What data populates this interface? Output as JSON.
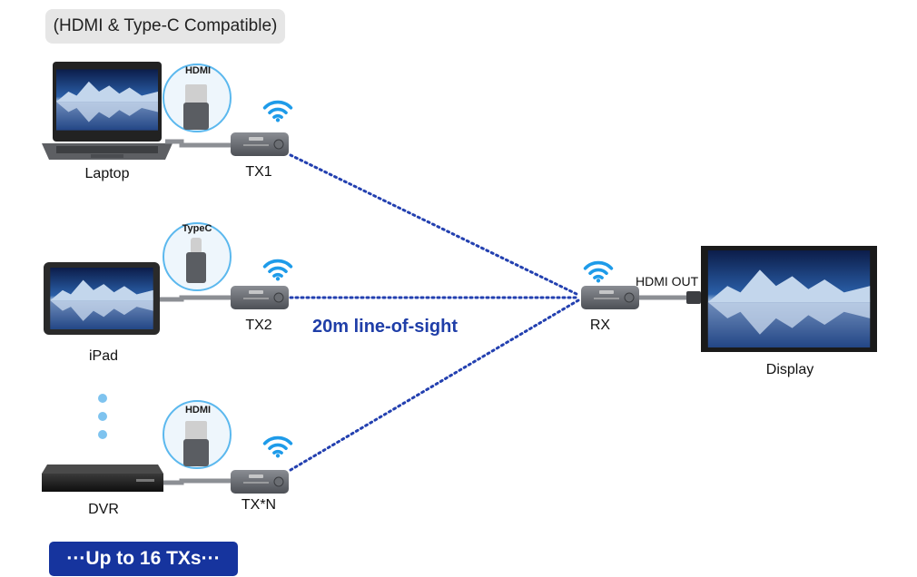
{
  "compat": "(HDMI & Type-C Compatible)",
  "devices": {
    "laptop": "Laptop",
    "ipad": "iPad",
    "dvr": "DVR",
    "display": "Display"
  },
  "transmitters": {
    "tx1": "TX1",
    "tx2": "TX2",
    "txn": "TX*N",
    "rx": "RX"
  },
  "connectors": {
    "laptop_plug": "HDMI",
    "ipad_plug": "TypeC",
    "dvr_plug": "HDMI",
    "rx_out": "HDMI OUT"
  },
  "range": "20m line-of-sight",
  "footer": "···Up to 16 TXs···",
  "colors": {
    "accent_blue": "#1f3ea8",
    "wifi_blue": "#1e9be9",
    "footer_bg": "#16349e",
    "circle_blue": "#5bb8ee",
    "link_dots": "#2340b0"
  }
}
